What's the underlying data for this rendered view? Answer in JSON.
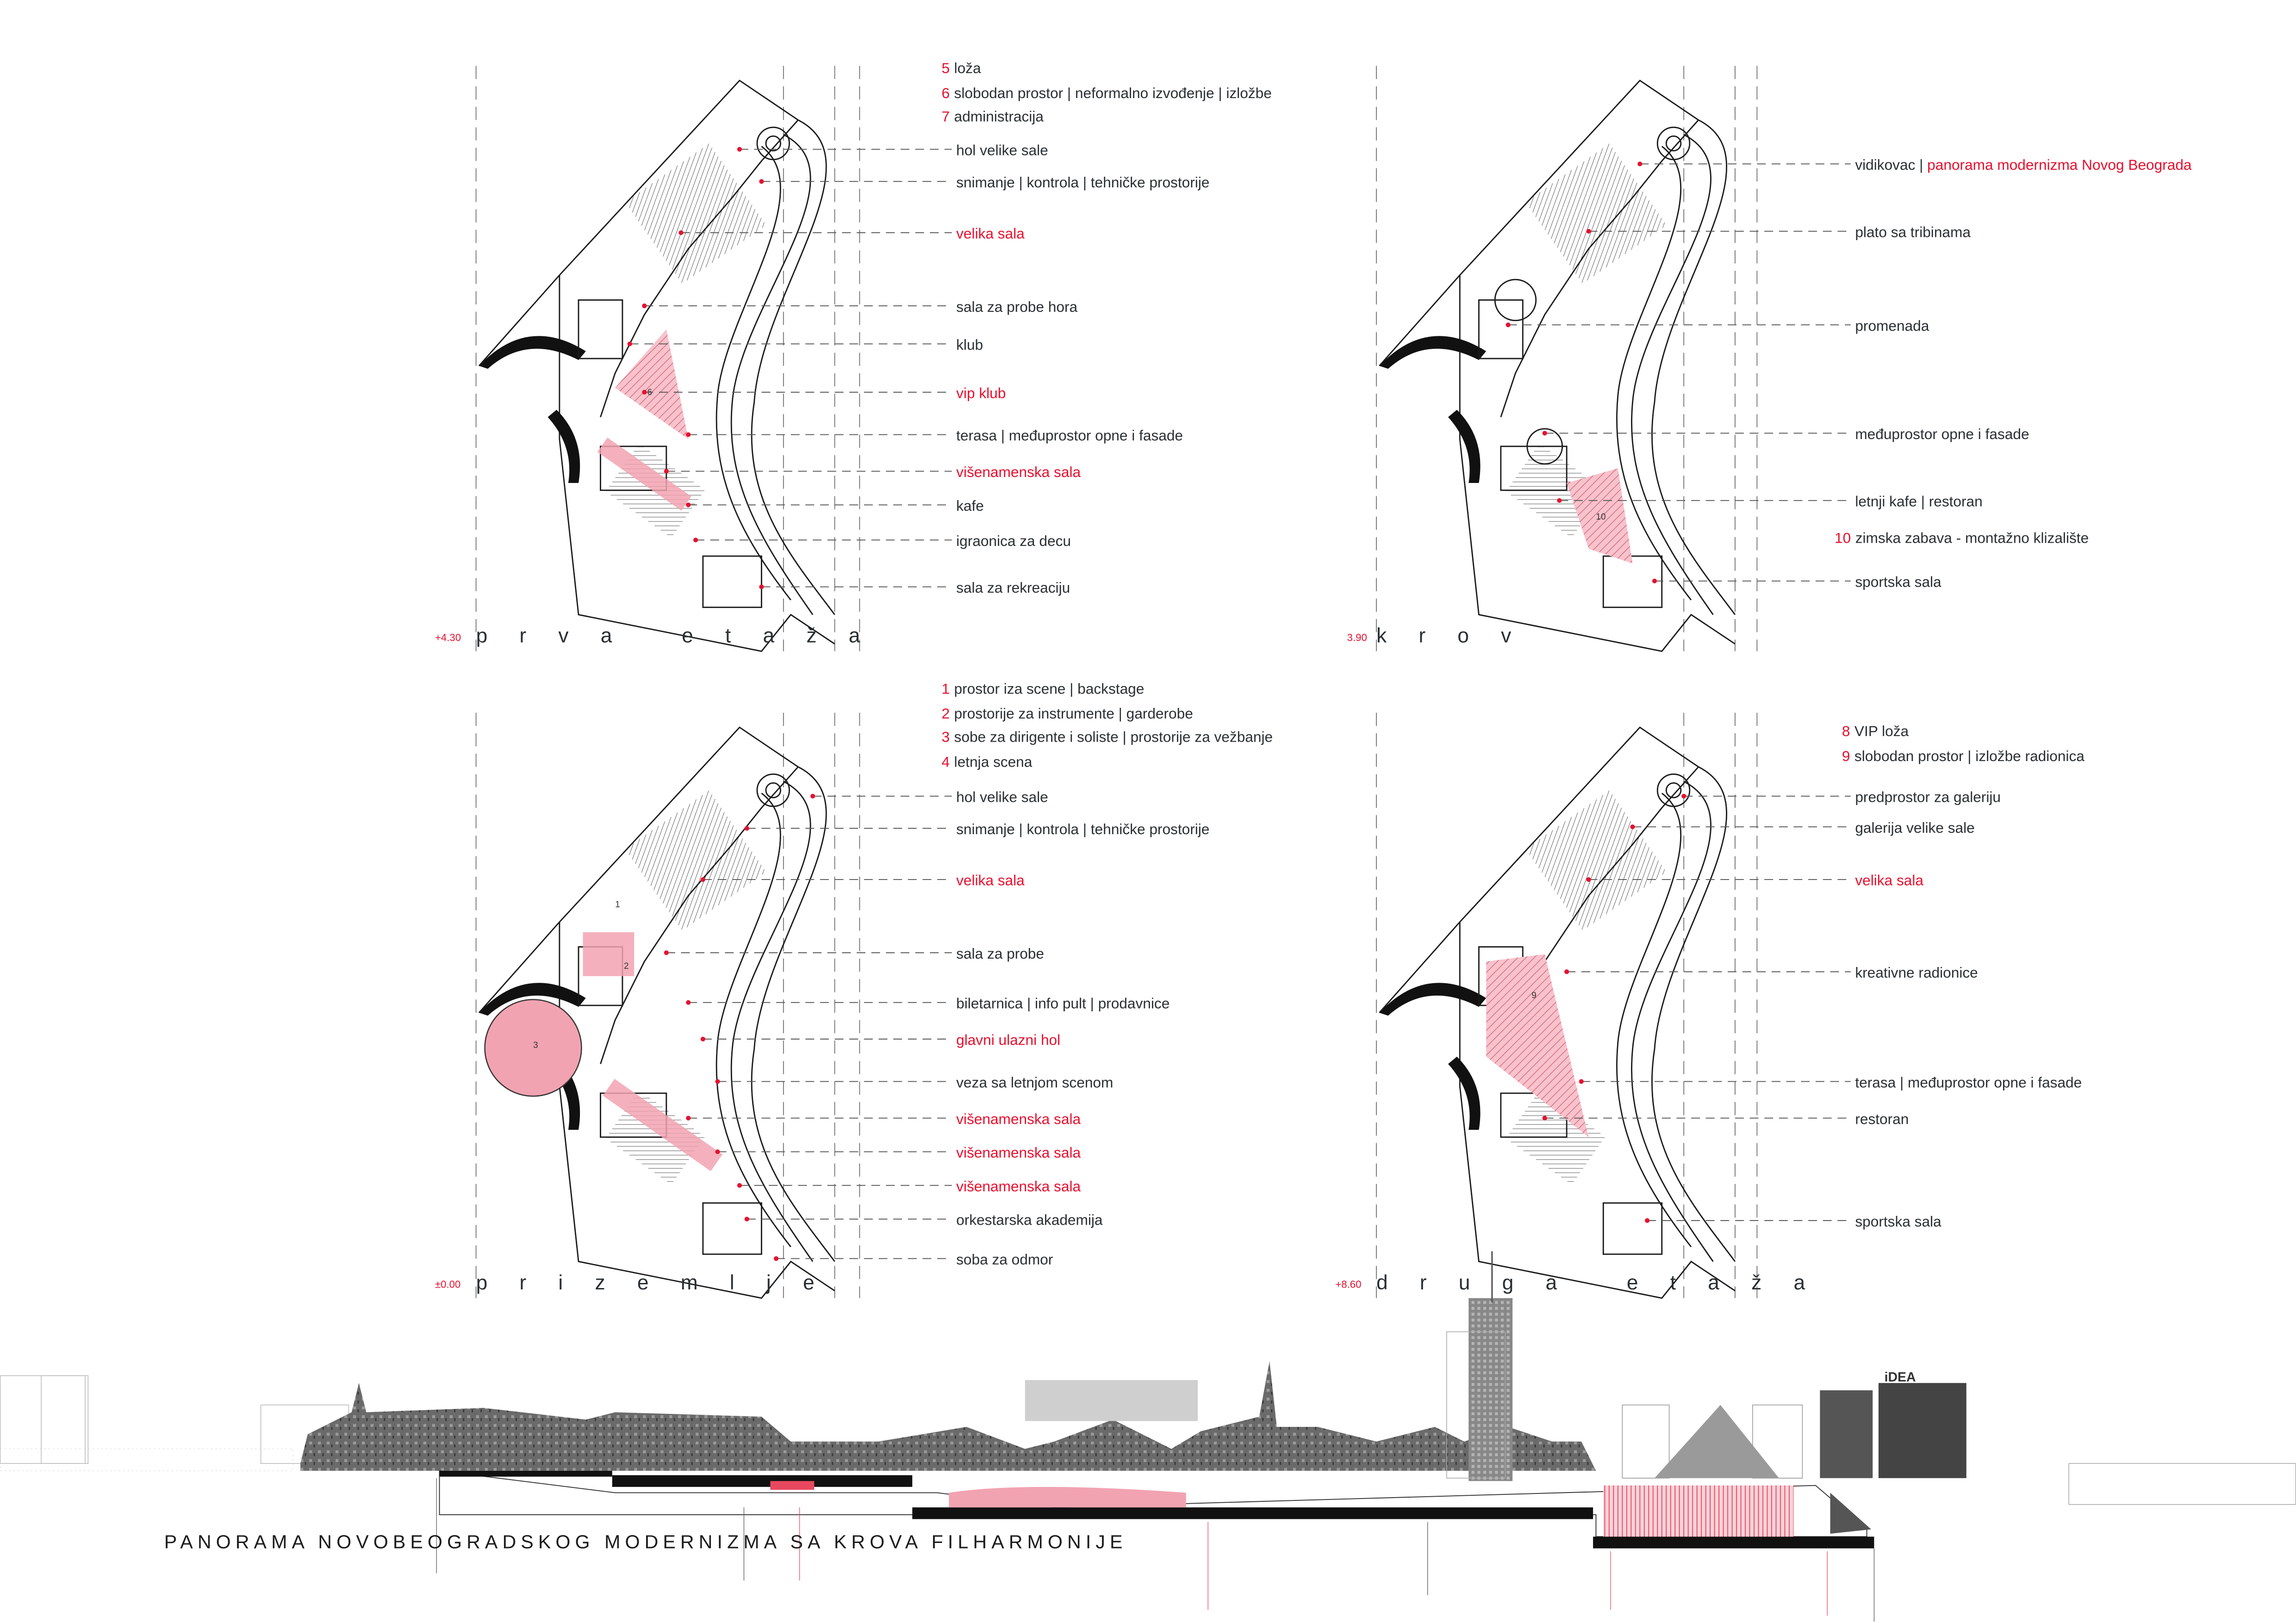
{
  "colors": {
    "accent": "#e8102e",
    "text": "#2a2f33",
    "pink_fill": "#f2a3b1"
  },
  "panels": [
    {
      "id": "prva-etaza",
      "title": "p r v a   e t a ž a",
      "elevation": "+4.30",
      "legend": [
        {
          "num": "5",
          "text": "loža"
        },
        {
          "num": "6",
          "text": "slobodan prostor | neformalno izvođenje | izložbe"
        },
        {
          "num": "7",
          "text": "administracija"
        }
      ],
      "labels": [
        {
          "text": "hol velike sale"
        },
        {
          "text": "snimanje | kontrola | tehničke prostorije"
        },
        {
          "text": "velika sala",
          "highlight": true
        },
        {
          "text": "sala za probe hora"
        },
        {
          "text": "klub"
        },
        {
          "text": "vip klub",
          "highlight": true
        },
        {
          "text": "terasa | međuprostor opne i fasade"
        },
        {
          "text": "višenamenska sala",
          "highlight": true
        },
        {
          "text": "kafe"
        },
        {
          "text": "igraonica za decu"
        },
        {
          "text": "sala za rekreaciju"
        }
      ],
      "plan_marks": [
        "6"
      ]
    },
    {
      "id": "krov",
      "title": "k r o v",
      "elevation": "3.90",
      "legend": [],
      "labels": [
        {
          "text": "vidikovac | ",
          "text_red": "panorama modernizma Novog Beograda"
        },
        {
          "text": "plato sa tribinama"
        },
        {
          "text": "promenada"
        },
        {
          "text": "međuprostor opne i fasade"
        },
        {
          "text": "letnji kafe | restoran"
        },
        {
          "num": "10",
          "text": "zimska zabava - montažno klizalište"
        },
        {
          "text": "sportska sala"
        }
      ],
      "plan_marks": [
        "10"
      ]
    },
    {
      "id": "prizemlje",
      "title": "p r i z e m l j e",
      "elevation": "±0.00",
      "legend": [
        {
          "num": "1",
          "text": "prostor iza scene | backstage"
        },
        {
          "num": "2",
          "text": "prostorije za instrumente | garderobe"
        },
        {
          "num": "3",
          "text": "sobe za dirigente i soliste | prostorije za vežbanje"
        },
        {
          "num": "4",
          "text": "letnja scena"
        }
      ],
      "labels": [
        {
          "text": "hol velike sale"
        },
        {
          "text": "snimanje | kontrola | tehničke prostorije"
        },
        {
          "text": "velika sala",
          "highlight": true
        },
        {
          "text": "sala za probe"
        },
        {
          "text": "biletarnica | info pult | prodavnice"
        },
        {
          "text": "glavni ulazni hol",
          "highlight": true
        },
        {
          "text": "veza sa letnjom scenom"
        },
        {
          "text": "višenamenska sala",
          "highlight": true
        },
        {
          "text": "višenamenska sala",
          "highlight": true
        },
        {
          "text": "višenamenska sala",
          "highlight": true
        },
        {
          "text": "orkestarska akademija"
        },
        {
          "text": "soba za odmor"
        }
      ],
      "plan_marks": [
        "1",
        "2",
        "3"
      ]
    },
    {
      "id": "druga-etaza",
      "title": "d r u g a   e t a ž a",
      "elevation": "+8.60",
      "legend": [
        {
          "num": "8",
          "text": "VIP loža"
        },
        {
          "num": "9",
          "text": "slobodan prostor | izložbe radionica"
        }
      ],
      "labels": [
        {
          "text": "predprostor za galeriju"
        },
        {
          "text": "galerija velike sale"
        },
        {
          "text": "velika sala",
          "highlight": true
        },
        {
          "text": "kreativne radionice"
        },
        {
          "text": "terasa | međuprostor opne i fasade"
        },
        {
          "text": "restoran"
        },
        {
          "text": "sportska sala"
        }
      ],
      "plan_marks": [
        "9"
      ]
    }
  ],
  "panorama": {
    "title": "PANORAMA NOVOBEOGRADSKOG MODERNIZMA SA KROVA FILHARMONIJE",
    "sign": "iDEA"
  }
}
